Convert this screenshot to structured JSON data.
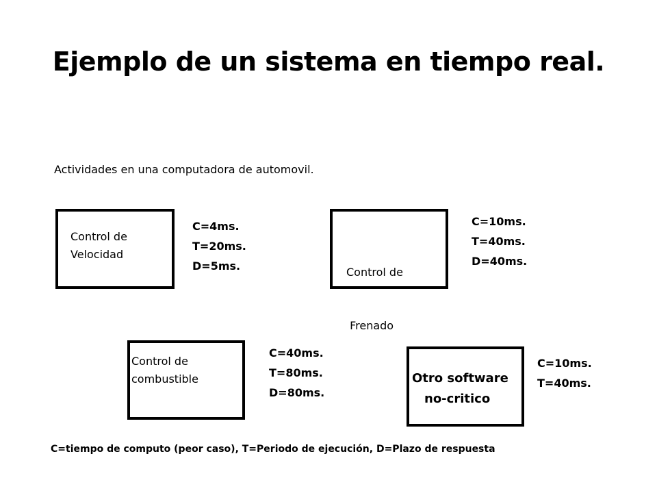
{
  "title": "Ejemplo de un sistema en tiempo real.",
  "subtitle": "Actividades en una computadora de automovil.",
  "tasks": [
    {
      "label_lines": [
        "Control de",
        "Velocidad"
      ],
      "params": [
        "C=4ms.",
        "T=20ms.",
        "D=5ms."
      ]
    },
    {
      "label_lines": [
        "Control de",
        " Frenado"
      ],
      "params": [
        "C=10ms.",
        "T=40ms.",
        "D=40ms."
      ]
    },
    {
      "label_lines": [
        "Control de",
        "combustible"
      ],
      "params": [
        "C=40ms.",
        "T=80ms.",
        "D=80ms."
      ]
    },
    {
      "label_lines": [
        "Otro software",
        "no-critico"
      ],
      "params": [
        "C=10ms.",
        "T=40ms."
      ]
    }
  ],
  "legend": "C=tiempo de computo (peor caso), T=Periodo de ejecución, D=Plazo de respuesta"
}
